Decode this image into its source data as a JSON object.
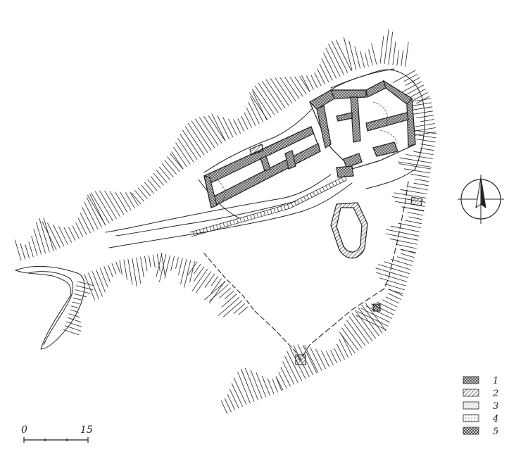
{
  "legend": {
    "items": [
      {
        "label": "1",
        "pattern": "dense-stipple"
      },
      {
        "label": "2",
        "pattern": "diagonal-hatch"
      },
      {
        "label": "3",
        "pattern": "fine-diagonal-hatch"
      },
      {
        "label": "4",
        "pattern": "light-dotted"
      },
      {
        "label": "5",
        "pattern": "cross-hatch"
      }
    ]
  },
  "scale_bar": {
    "start_label": "0",
    "end_label": "15"
  },
  "north_arrow": {
    "icon": "compass-north-icon"
  },
  "colors": {
    "ink": "#222222",
    "paper": "#ffffff",
    "wall_fill": "#555555"
  }
}
